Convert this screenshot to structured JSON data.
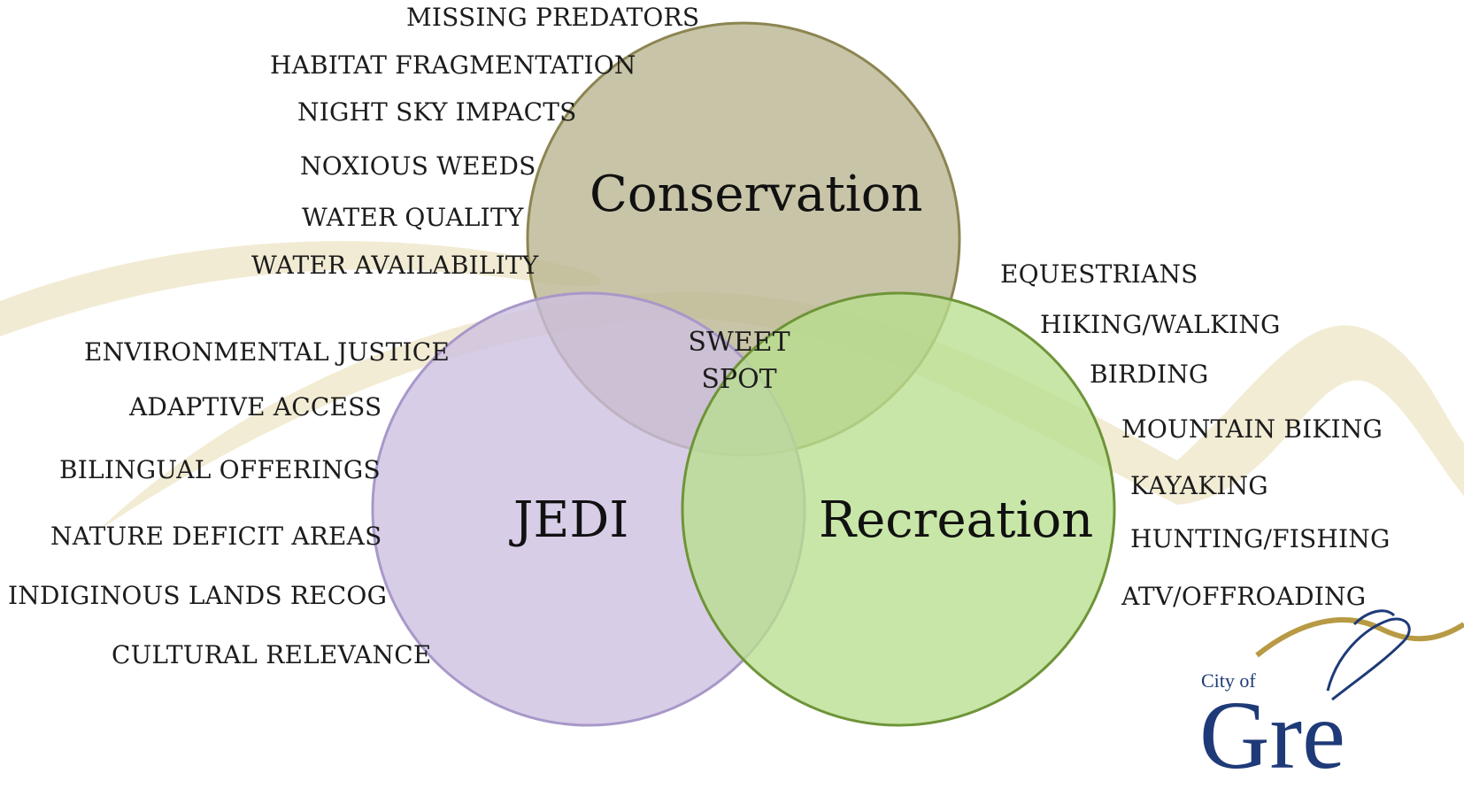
{
  "circles": {
    "conservation": {
      "title": "Conservation",
      "fill": "#b9b38e",
      "stroke": "#8c8552"
    },
    "jedi": {
      "title": "JEDI",
      "fill": "#cdbfe0",
      "stroke": "#a898c9"
    },
    "recreation": {
      "title": "Recreation",
      "fill": "#b9df8e",
      "stroke": "#6e9438"
    }
  },
  "center_label": {
    "line1": "SWEET",
    "line2": "SPOT"
  },
  "conservation_items": [
    "MISSING PREDATORS",
    "HABITAT FRAGMENTATION",
    "NIGHT SKY IMPACTS",
    "NOXIOUS WEEDS",
    "WATER QUALITY",
    "WATER AVAILABILITY"
  ],
  "jedi_items": [
    "ENVIRONMENTAL JUSTICE",
    "ADAPTIVE ACCESS",
    "BILINGUAL OFFERINGS",
    "NATURE DEFICIT AREAS",
    "INDIGINOUS LANDS RECOG",
    "CULTURAL RELEVANCE"
  ],
  "recreation_items": [
    "EQUESTRIANS",
    "HIKING/WALKING",
    "BIRDING",
    "MOUNTAIN BIKING",
    "KAYAKING",
    "HUNTING/FISHING",
    "ATV/OFFROADING"
  ],
  "logo": {
    "small_text": "City of",
    "large_text": "Gre"
  },
  "colors": {
    "background_swoosh": "#efe8cf",
    "logo_blue": "#1e3a78",
    "logo_gold": "#b89a45"
  }
}
